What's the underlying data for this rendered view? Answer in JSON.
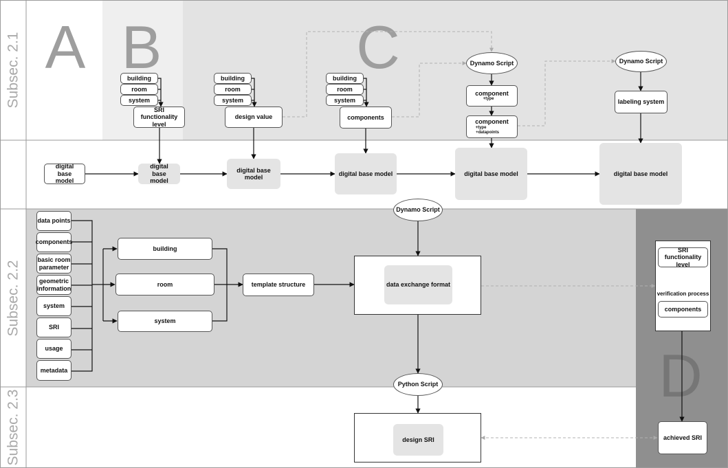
{
  "sections": {
    "s21": "Subsec. 2.1",
    "s22": "Subsec. 2.2",
    "s23": "Subsec. 2.3"
  },
  "phases": {
    "a": "A",
    "b": "B",
    "c": "C",
    "d": "D"
  },
  "colors": {
    "panel_light": "#e3e3e3",
    "panel_b": "#efefef",
    "panel_mid": "#d4d4d4",
    "panel_dark": "#8f8f8f",
    "node_gray": "#e4e4e4",
    "dashed": "#bbbbbb"
  },
  "nodes": {
    "b_building": "building",
    "b_room": "room",
    "b_system": "system",
    "sri_functionality": "SRI functionality level",
    "c1_building": "building",
    "c1_room": "room",
    "c1_system": "system",
    "design_value": "design value",
    "c2_building": "building",
    "c2_room": "room",
    "c2_system": "system",
    "components": "components",
    "dynamo1": "Dynamo Script",
    "component_type": "component",
    "component_type_sub": "+type",
    "component_type_dp": "component",
    "component_type_dp_sub1": "+type",
    "component_type_dp_sub2": "+datapoints",
    "dynamo2": "Dynamo Script",
    "labeling_system": "labeling system",
    "dbm1": "digital base model",
    "dbm2": "digital base model",
    "dbm3": "digital base model",
    "dbm4": "digital base model",
    "dbm5": "digital base model",
    "dbm6": "digital base model",
    "in_data_points": "data points",
    "in_components": "components",
    "in_basic_room": "basic room parameter",
    "in_geometric": "geometric information",
    "in_system": "system",
    "in_sri": "SRI",
    "in_usage": "usage",
    "in_metadata": "metadata",
    "t_building": "building",
    "t_room": "room",
    "t_system": "system",
    "template_structure": "template structure",
    "dynamo3": "Dynamo Script",
    "data_exchange": "data exchange format",
    "d_sri_functionality": "SRI functionality level",
    "verification": "verification process",
    "d_components": "components",
    "python_script": "Python Script",
    "design_sri": "design SRI",
    "achieved_sri": "achieved SRI"
  }
}
